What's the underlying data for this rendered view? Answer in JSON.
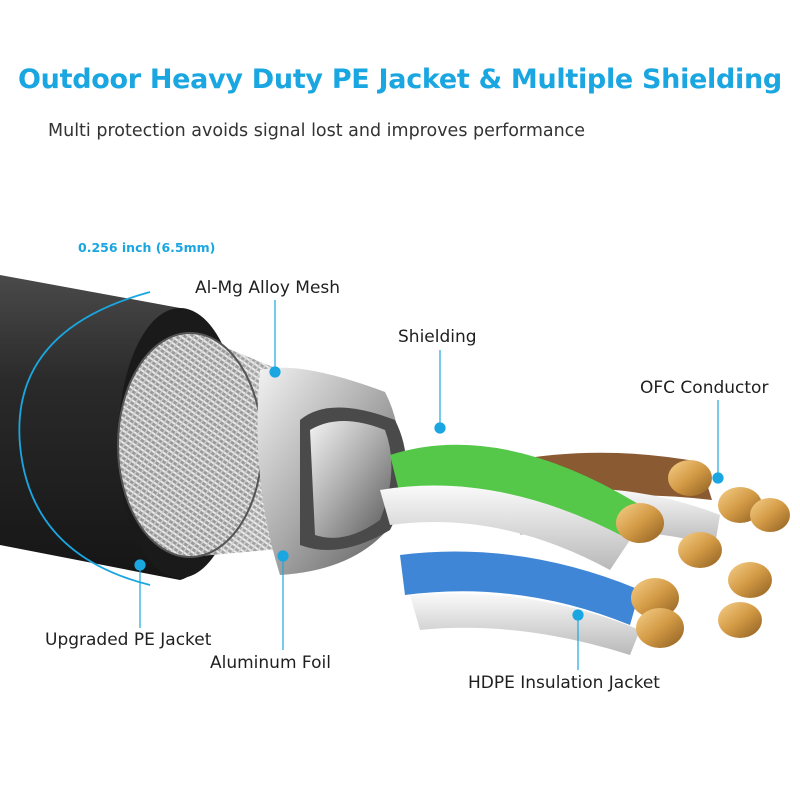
{
  "title": "Outdoor Heavy Duty PE Jacket & Multiple Shielding",
  "subtitle": "Multi protection avoids signal lost and improves performance",
  "dimension": "0.256 inch (6.5mm)",
  "labels": {
    "mesh": "Al-Mg Alloy Mesh",
    "shielding": "Shielding",
    "conductor": "OFC Conductor",
    "jacket": "Upgraded PE Jacket",
    "foil": "Aluminum Foil",
    "insulation": "HDPE Insulation Jacket"
  },
  "colors": {
    "accent": "#1aa6e0",
    "jacket": "#2b2b2b",
    "green_wire": "#55c84a",
    "blue_wire": "#3f86d6",
    "brown_wire": "#8a5a32",
    "copper": "#d8a45a"
  }
}
